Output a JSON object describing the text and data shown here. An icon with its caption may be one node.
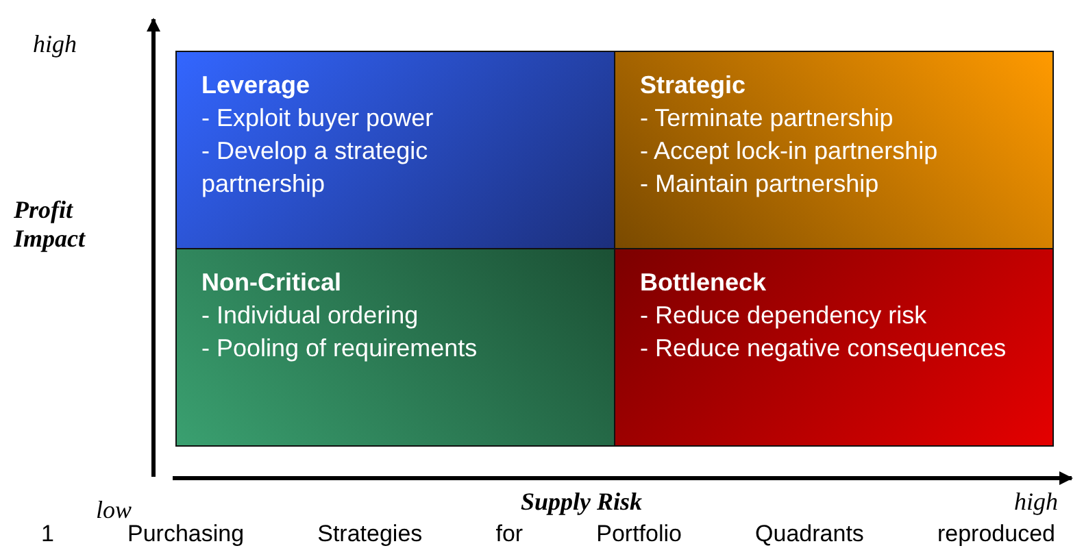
{
  "diagram": {
    "caption": "1 Purchasing Strategies for Portfolio Quadrants reproduced",
    "nodes": [
      {
        "text": [
          "Leverage",
          "- Exploit buyer power",
          "- Develop a strategic partnership"
        ]
      },
      {
        "text": [
          "Strategic",
          "- Terminate partnership",
          "- Accept lock-in partnership",
          "- Maintain partnership"
        ]
      },
      {
        "text": [
          "Non-Critical",
          "- Individual ordering",
          "- Pooling of requirements"
        ]
      },
      {
        "text": [
          "Bottleneck",
          "- Reduce dependency risk",
          "- Reduce negative consequences"
        ]
      }
    ],
    "labels": [
      "high",
      "Profit Impact",
      "low",
      "Supply Risk",
      "high"
    ]
  }
}
